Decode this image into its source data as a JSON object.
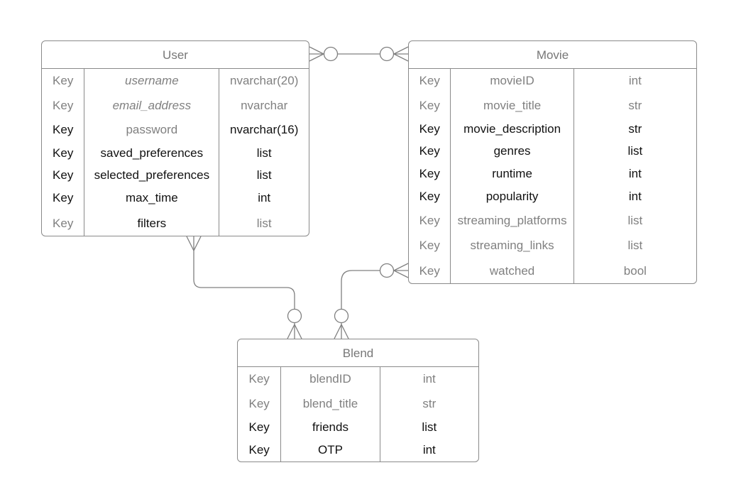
{
  "entities": {
    "user": {
      "title": "User",
      "rows": [
        {
          "key": "Key",
          "name": "username",
          "type": "nvarchar(20)",
          "key_style": "grey",
          "name_style": "grey ital",
          "type_style": "grey"
        },
        {
          "key": "Key",
          "name": "email_address",
          "type": "nvarchar",
          "key_style": "grey",
          "name_style": "grey ital",
          "type_style": "grey"
        },
        {
          "key": "Key",
          "name": "password",
          "type": "nvarchar(16)",
          "key_style": "dark",
          "name_style": "grey",
          "type_style": "dark"
        },
        {
          "key": "Key",
          "name": "saved_preferences",
          "type": "list",
          "key_style": "dark",
          "name_style": "dark",
          "type_style": "dark"
        },
        {
          "key": "Key",
          "name": "selected_preferences",
          "type": "list",
          "key_style": "dark",
          "name_style": "dark",
          "type_style": "dark"
        },
        {
          "key": "Key",
          "name": "max_time",
          "type": "int",
          "key_style": "dark",
          "name_style": "dark",
          "type_style": "dark"
        },
        {
          "key": "Key",
          "name": "filters",
          "type": "list",
          "key_style": "grey",
          "name_style": "dark",
          "type_style": "grey"
        }
      ]
    },
    "movie": {
      "title": "Movie",
      "rows": [
        {
          "key": "Key",
          "name": "movieID",
          "type": "int",
          "key_style": "grey",
          "name_style": "grey",
          "type_style": "grey"
        },
        {
          "key": "Key",
          "name": "movie_title",
          "type": "str",
          "key_style": "grey",
          "name_style": "grey",
          "type_style": "grey"
        },
        {
          "key": "Key",
          "name": "movie_description",
          "type": "str",
          "key_style": "dark",
          "name_style": "dark",
          "type_style": "dark"
        },
        {
          "key": "Key",
          "name": "genres",
          "type": "list",
          "key_style": "dark",
          "name_style": "dark",
          "type_style": "dark"
        },
        {
          "key": "Key",
          "name": "runtime",
          "type": "int",
          "key_style": "dark",
          "name_style": "dark",
          "type_style": "dark"
        },
        {
          "key": "Key",
          "name": "popularity",
          "type": "int",
          "key_style": "dark",
          "name_style": "dark",
          "type_style": "dark"
        },
        {
          "key": "Key",
          "name": "streaming_platforms",
          "type": "list",
          "key_style": "grey",
          "name_style": "grey",
          "type_style": "grey"
        },
        {
          "key": "Key",
          "name": "streaming_links",
          "type": "list",
          "key_style": "grey",
          "name_style": "grey",
          "type_style": "grey"
        },
        {
          "key": "Key",
          "name": "watched",
          "type": "bool",
          "key_style": "grey",
          "name_style": "grey",
          "type_style": "grey"
        }
      ]
    },
    "blend": {
      "title": "Blend",
      "rows": [
        {
          "key": "Key",
          "name": "blendID",
          "type": "int",
          "key_style": "grey",
          "name_style": "grey",
          "type_style": "grey"
        },
        {
          "key": "Key",
          "name": "blend_title",
          "type": "str",
          "key_style": "grey",
          "name_style": "grey",
          "type_style": "grey"
        },
        {
          "key": "Key",
          "name": "friends",
          "type": "list",
          "key_style": "dark",
          "name_style": "dark",
          "type_style": "dark"
        },
        {
          "key": "Key",
          "name": "OTP",
          "type": "int",
          "key_style": "dark",
          "name_style": "dark",
          "type_style": "dark"
        }
      ]
    }
  },
  "relationships": [
    {
      "from": "User",
      "to": "Movie",
      "from_end": "zero-or-many",
      "to_end": "zero-or-many"
    },
    {
      "from": "User",
      "to": "Blend",
      "from_end": "many",
      "to_end": "zero-or-many"
    },
    {
      "from": "Movie",
      "to": "Blend",
      "from_end": "zero-or-many",
      "to_end": "zero-or-many"
    }
  ]
}
